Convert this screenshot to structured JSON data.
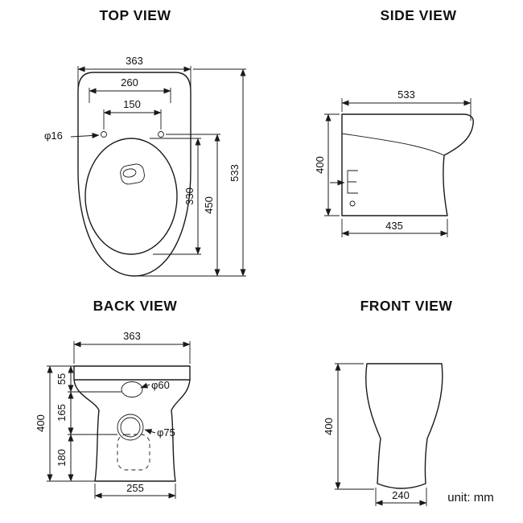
{
  "titles": {
    "top": "TOP VIEW",
    "side": "SIDE VIEW",
    "back": "BACK VIEW",
    "front": "FRONT VIEW"
  },
  "unit_label": "unit: mm",
  "top_view": {
    "overall_width": "363",
    "deck_width": "260",
    "hole_spacing": "150",
    "hole_diameter": "φ16",
    "overall_length": "533",
    "holes_to_front": "450",
    "bowl_length": "330"
  },
  "side_view": {
    "top_depth": "533",
    "height": "400",
    "base_depth": "435"
  },
  "back_view": {
    "top_width": "363",
    "upper_height": "55",
    "middle_height": "165",
    "lower_height": "180",
    "total_height": "400",
    "inlet_diameter": "φ60",
    "outlet_diameter": "φ75",
    "base_width": "255"
  },
  "front_view": {
    "height": "400",
    "base_width": "240"
  }
}
